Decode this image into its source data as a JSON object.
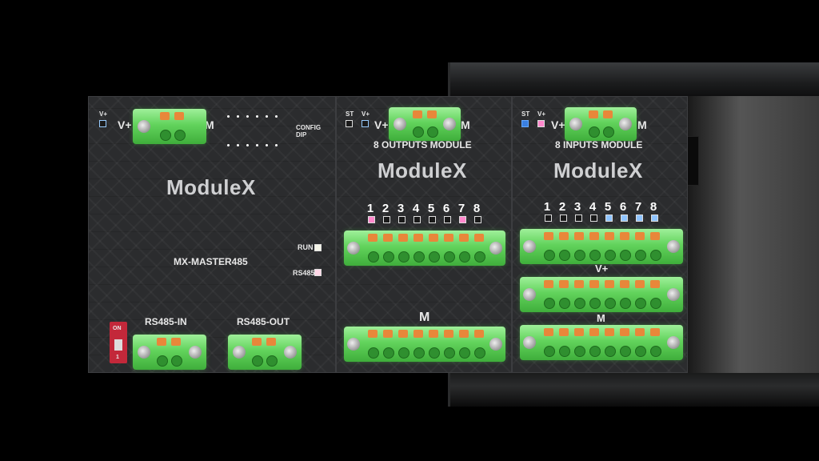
{
  "master": {
    "brand": "ModuleX",
    "model": "MX-MASTER485",
    "vplus": "V+",
    "vplus_led": "V+",
    "m_label": "M",
    "config": "CONFIG",
    "dip": "DIP",
    "run": "RUN",
    "rs485": "RS485",
    "rs485_in": "RS485-IN",
    "rs485_out": "RS485-OUT",
    "dip_on": "ON",
    "dip_one": "1"
  },
  "outputs_module": {
    "brand": "ModuleX",
    "title": "8 OUTPUTS MODULE",
    "st": "ST",
    "vplus_led": "V+",
    "vplus": "V+",
    "m_label": "M",
    "channels": [
      "1",
      "2",
      "3",
      "4",
      "5",
      "6",
      "7",
      "8"
    ],
    "bottom_label": "M"
  },
  "inputs_module": {
    "brand": "ModuleX",
    "title": "8 INPUTS MODULE",
    "st": "ST",
    "vplus_led": "V+",
    "vplus": "V+",
    "m_label": "M",
    "channels": [
      "1",
      "2",
      "3",
      "4",
      "5",
      "6",
      "7",
      "8"
    ],
    "middle_label": "V+",
    "bottom_label": "M"
  },
  "colors": {
    "terminal_green": "#62d35c",
    "lever_orange": "#e8873a",
    "dip_red": "#c3283a",
    "led_pink": "#ff88cc",
    "led_blue": "#66aaff"
  }
}
